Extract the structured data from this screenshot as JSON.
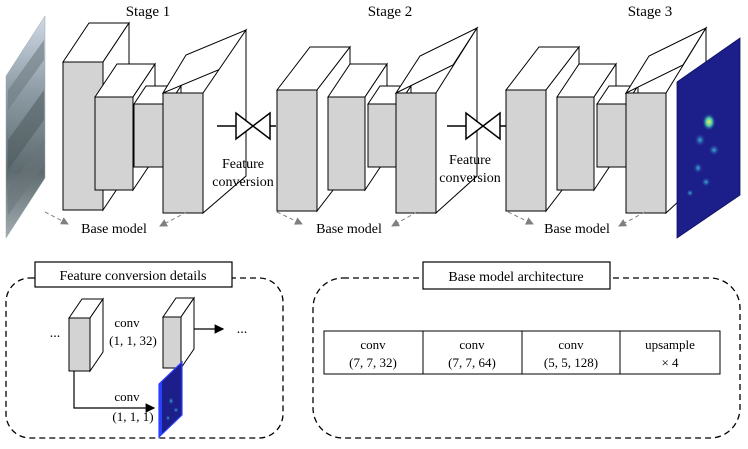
{
  "stages": [
    {
      "title": "Stage 1",
      "base_label": "Base model"
    },
    {
      "title": "Stage 2",
      "base_label": "Base model"
    },
    {
      "title": "Stage 3",
      "base_label": "Base model"
    }
  ],
  "feature_conversion": {
    "label_line1": "Feature",
    "label_line2": "conversion"
  },
  "details_panel": {
    "title": "Feature conversion details",
    "ellipsis": "...",
    "conv_main_label": "conv",
    "conv_main_params": "(1, 1, 32)",
    "conv_branch_label": "conv",
    "conv_branch_params": "(1, 1, 1)"
  },
  "architecture_panel": {
    "title": "Base model architecture",
    "layers": [
      {
        "name": "conv",
        "params": "(7, 7, 32)"
      },
      {
        "name": "conv",
        "params": "(7, 7, 64)"
      },
      {
        "name": "conv",
        "params": "(5, 5, 128)"
      },
      {
        "name": "upsample",
        "params": "× 4"
      }
    ]
  },
  "colors": {
    "block_face": "#d3d3d3",
    "block_side": "#ffffff",
    "heatmap_bg": "#1c1e8a",
    "heatmap_hot": "#f2e94a",
    "dashed_arrow": "#808080"
  }
}
